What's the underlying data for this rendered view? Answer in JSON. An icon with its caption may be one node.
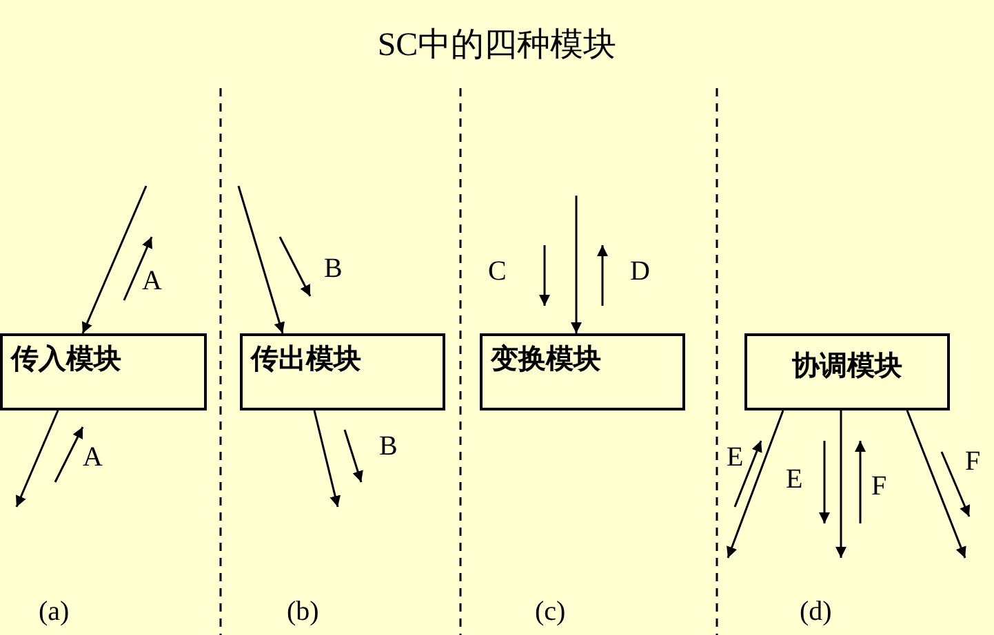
{
  "diagram": {
    "title": "SC中的四种模块",
    "nodes": [
      {
        "text": [
          "传入模块"
        ]
      },
      {
        "text": [
          "传出模块"
        ]
      },
      {
        "text": [
          "变换模块"
        ]
      },
      {
        "text": [
          "协调模块"
        ]
      }
    ],
    "edges": [
      {
        "from": null,
        "to": 0,
        "arrow": "to"
      },
      {
        "from": 0,
        "to": null,
        "arrow": "to"
      },
      {
        "from": null,
        "to": 1,
        "arrow": "to"
      },
      {
        "from": 1,
        "to": null,
        "arrow": "to"
      },
      {
        "from": null,
        "to": 2,
        "arrow": "to"
      },
      {
        "from": 3,
        "to": null,
        "arrow": "to"
      },
      {
        "from": 3,
        "to": null,
        "arrow": "to"
      },
      {
        "from": 3,
        "to": null,
        "arrow": "to"
      }
    ],
    "labels": [
      "A",
      "A",
      "B",
      "B",
      "C",
      "D",
      "E",
      "E",
      "F",
      "F",
      "(a)",
      "(b)",
      "(c)",
      "(d)"
    ]
  }
}
